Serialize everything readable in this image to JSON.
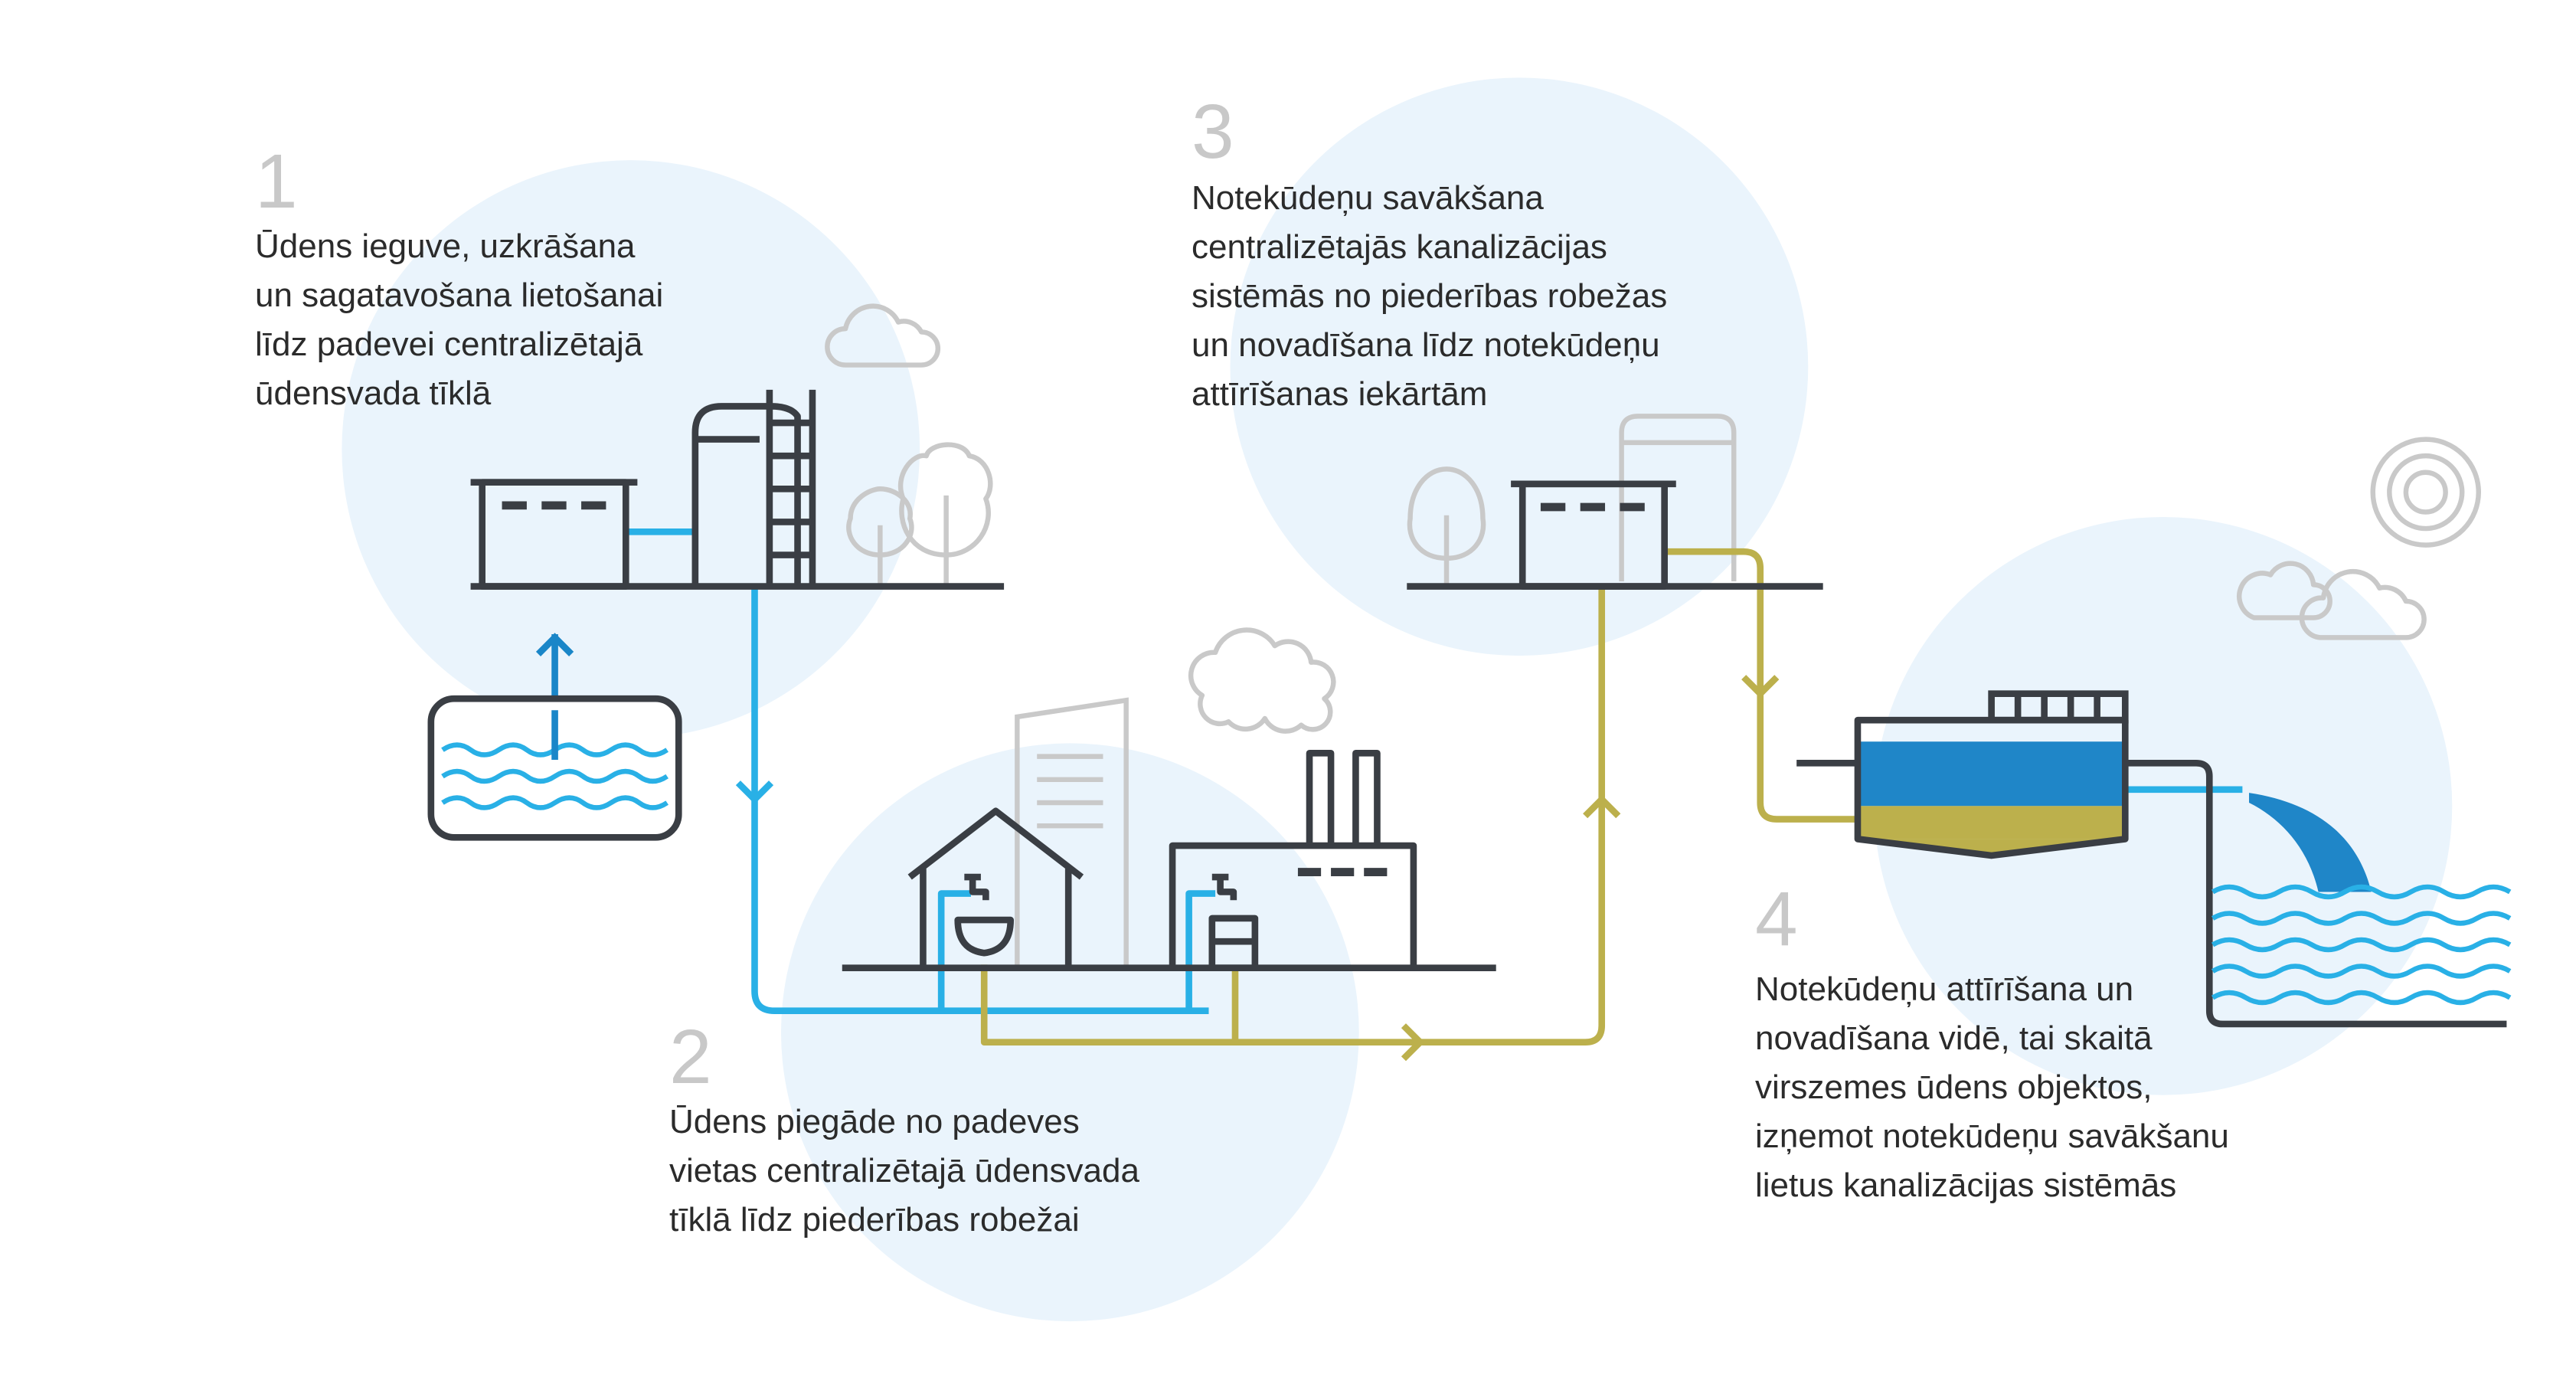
{
  "colors": {
    "circle": "#eaf4fc",
    "outline": "#3a3e44",
    "light_outline": "#c9c9c9",
    "clean_water": "#29b0e6",
    "arrow_blue": "#1a86c8",
    "wastewater": "#bcb04c",
    "tank_water": "#1f86c8"
  },
  "steps": [
    {
      "number": "1",
      "lines": [
        "Ūdens ieguve, uzkrāšana",
        "un sagatavošana lietošanai",
        "līdz padevei centralizētajā",
        "ūdensvada tīklā"
      ]
    },
    {
      "number": "2",
      "lines": [
        "Ūdens piegāde no padeves",
        "vietas centralizētajā ūdensvada",
        "tīklā līdz piederības robežai"
      ]
    },
    {
      "number": "3",
      "lines": [
        "Notekūdeņu savākšana",
        "centralizētajās kanalizācijas",
        "sistēmās no piederības robežas",
        "un novadīšana līdz notekūdeņu",
        "attīrīšanas iekārtām"
      ]
    },
    {
      "number": "4",
      "lines": [
        "Notekūdeņu attīrīšana un",
        "novadīšana vidē, tai skaitā",
        "virszemes ūdens objektos,",
        "izņemot notekūdeņu savākšanu",
        "lietus kanalizācijas sistēmās"
      ]
    }
  ]
}
